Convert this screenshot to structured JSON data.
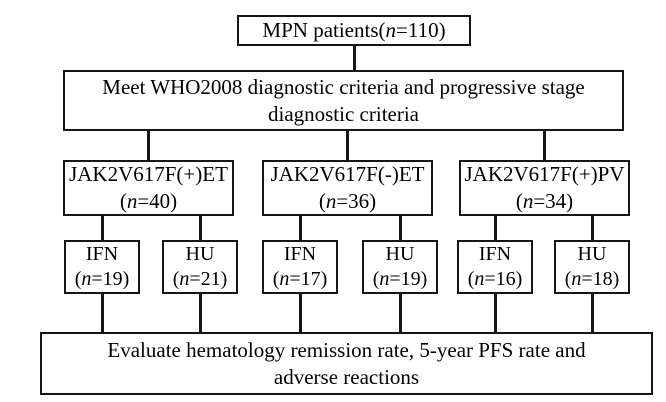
{
  "boxes": {
    "top": {
      "text_prefix": "MPN patients(",
      "n_var": "n",
      "text_suffix": "=110)"
    },
    "criteria": {
      "line1": "Meet WHO2008 diagnostic criteria and progressive stage",
      "line2": "diagnostic criteria"
    },
    "groups": [
      {
        "title": "JAK2V617F(+)ET",
        "count_prefix": "(",
        "n_var": "n",
        "count_suffix": "=40)"
      },
      {
        "title": "JAK2V617F(-)ET",
        "count_prefix": "(",
        "n_var": "n",
        "count_suffix": "=36)"
      },
      {
        "title": "JAK2V617F(+)PV",
        "count_prefix": "(",
        "n_var": "n",
        "count_suffix": "=34)"
      }
    ],
    "arms": [
      {
        "treatment": "IFN",
        "count_prefix": "(",
        "n_var": "n",
        "count_suffix": "=19)"
      },
      {
        "treatment": "HU",
        "count_prefix": "(",
        "n_var": "n",
        "count_suffix": "=21)"
      },
      {
        "treatment": "IFN",
        "count_prefix": "(",
        "n_var": "n",
        "count_suffix": "=17)"
      },
      {
        "treatment": "HU",
        "count_prefix": "(",
        "n_var": "n",
        "count_suffix": "=19)"
      },
      {
        "treatment": "IFN",
        "count_prefix": "(",
        "n_var": "n",
        "count_suffix": "=16)"
      },
      {
        "treatment": "HU",
        "count_prefix": "(",
        "n_var": "n",
        "count_suffix": "=18)"
      }
    ],
    "outcome": {
      "line1": "Evaluate hematology remission rate, 5-year PFS rate and",
      "line2": "adverse reactions"
    }
  },
  "colors": {
    "border": "#161616",
    "text": "#000000",
    "background": "#ffffff"
  }
}
